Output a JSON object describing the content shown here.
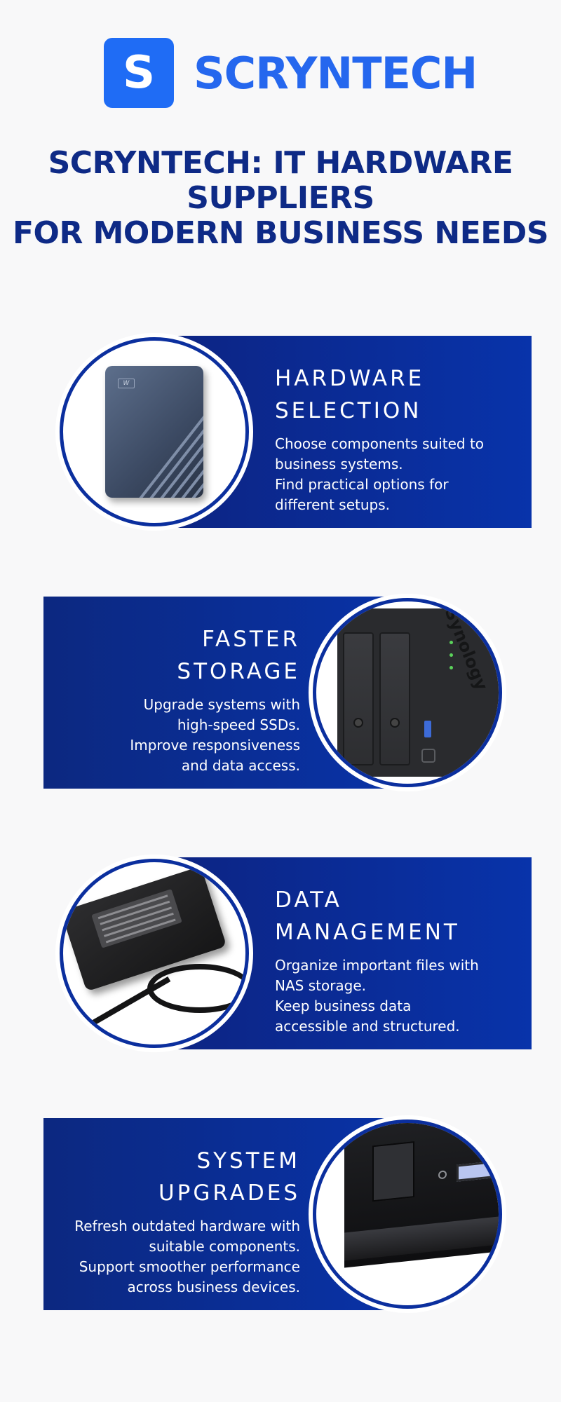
{
  "brand": {
    "logo_letter": "S",
    "name": "SCRYNTECH",
    "accent_color": "#1f6cf5"
  },
  "title": {
    "line1": "SCRYNTECH: IT HARDWARE",
    "line2": "SUPPLIERS",
    "line3": "FOR MODERN BUSINESS NEEDS",
    "color": "#0e2a86"
  },
  "cards": [
    {
      "heading_line1": "HARDWARE",
      "heading_line2": "SELECTION",
      "body_line1": "Choose components suited to",
      "body_line2": "business systems.",
      "body_line3": "Find practical options for",
      "body_line4": "different setups.",
      "image_icon": "portable-hard-drive-icon"
    },
    {
      "heading_line1": "FASTER",
      "heading_line2": "STORAGE",
      "body_line1": "Upgrade systems with",
      "body_line2": "high-speed SSDs.",
      "body_line3": "Improve responsiveness",
      "body_line4": "and data access.",
      "image_icon": "nas-device-icon",
      "image_text": "Synology"
    },
    {
      "heading_line1": "DATA",
      "heading_line2": "MANAGEMENT",
      "body_line1": "Organize important files with",
      "body_line2": "NAS storage.",
      "body_line3": "Keep business data",
      "body_line4": "accessible and structured.",
      "image_icon": "power-adapter-icon"
    },
    {
      "heading_line1": "SYSTEM",
      "heading_line2": "UPGRADES",
      "body_line1": "Refresh outdated hardware with",
      "body_line2": "suitable components.",
      "body_line3": "Support smoother performance",
      "body_line4": "across business devices.",
      "image_icon": "server-unit-icon"
    }
  ],
  "band_color": "#0833aa"
}
